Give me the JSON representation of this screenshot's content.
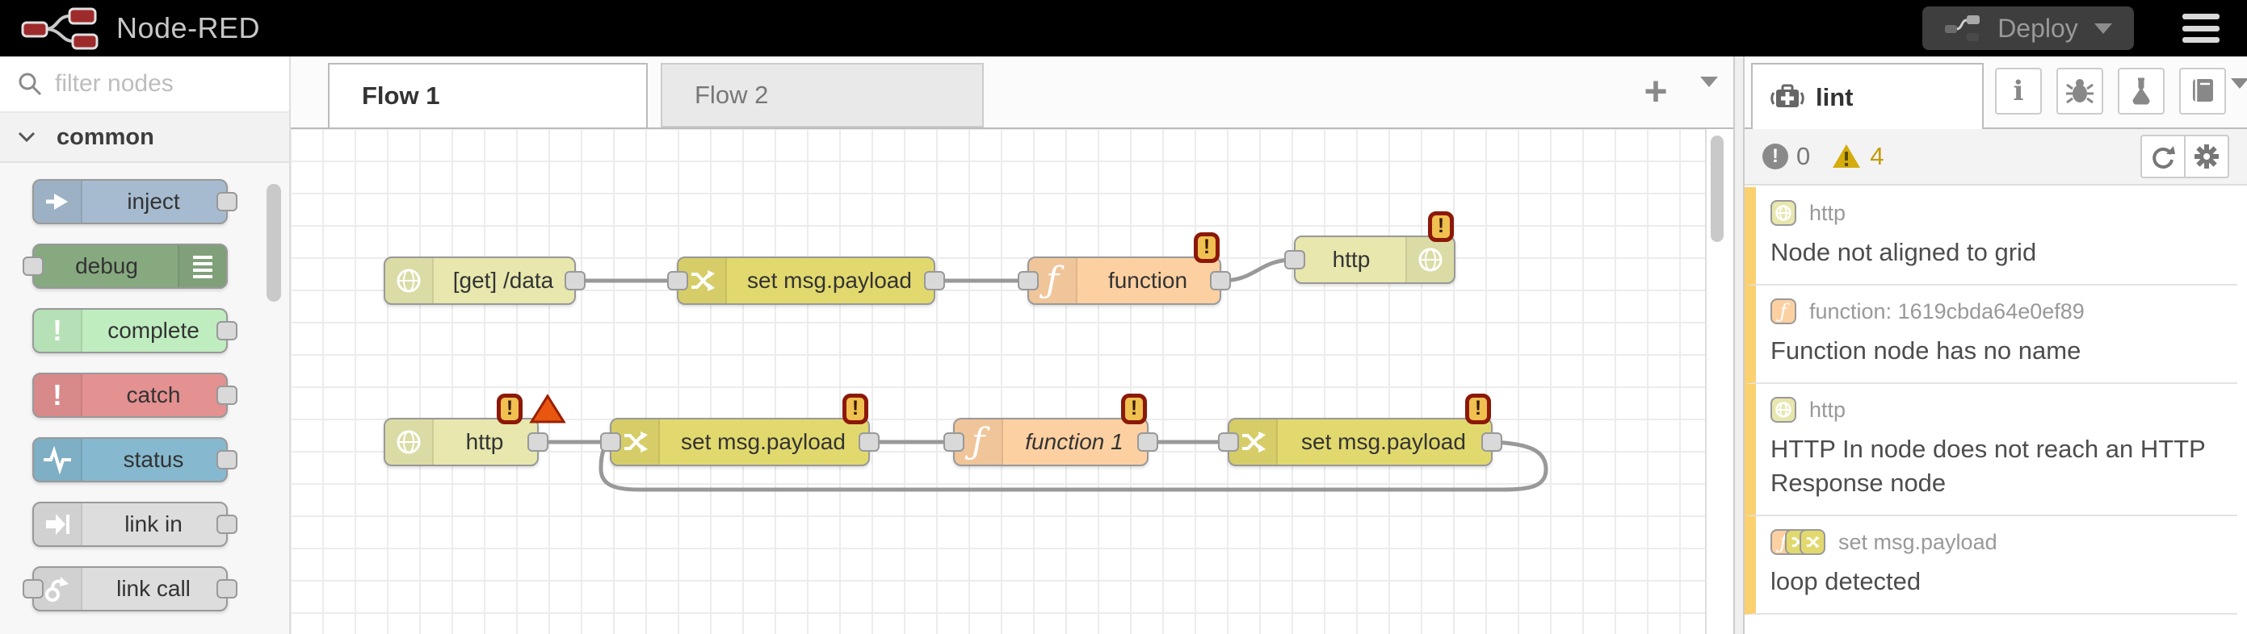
{
  "header": {
    "title": "Node-RED",
    "deploy_label": "Deploy"
  },
  "icons": {
    "plus_glyph": "+",
    "info_glyph": "i",
    "exclamation_glyph": "!",
    "function_glyph": "ƒ",
    "names": [
      "node-red-logo-icon",
      "deploy-nodes-icon",
      "caret-down-icon",
      "hamburger-menu-icon",
      "search-icon",
      "chevron-down-icon",
      "inject-arrow-icon",
      "debug-lines-icon",
      "exclamation-icon",
      "status-pulse-icon",
      "link-in-icon",
      "link-call-icon",
      "globe-icon",
      "change-shuffle-icon",
      "function-icon",
      "warning-badge",
      "error-triangle-icon",
      "medkit-icon",
      "bug-icon",
      "flask-icon",
      "book-icon",
      "refresh-icon",
      "gear-icon",
      "error-circle-icon",
      "warning-triangle-icon"
    ]
  },
  "palette": {
    "search_placeholder": "filter nodes",
    "category_label": "common",
    "nodes": [
      {
        "label": "inject"
      },
      {
        "label": "debug"
      },
      {
        "label": "complete"
      },
      {
        "label": "catch"
      },
      {
        "label": "status"
      },
      {
        "label": "link in"
      },
      {
        "label": "link call"
      }
    ]
  },
  "workspace": {
    "tabs": [
      {
        "label": "Flow 1",
        "active": true
      },
      {
        "label": "Flow 2",
        "active": false
      }
    ]
  },
  "canvas": {
    "badge_glyph": "!",
    "nodes": [
      {
        "type": "http in",
        "label": "[get] /data"
      },
      {
        "type": "change",
        "label": "set msg.payload"
      },
      {
        "type": "function",
        "label": "function",
        "warning": true
      },
      {
        "type": "http response",
        "label": "http",
        "warning": true
      },
      {
        "type": "http in",
        "label": "http",
        "warning": true,
        "error": true
      },
      {
        "type": "change",
        "label": "set msg.payload",
        "warning": true
      },
      {
        "type": "function",
        "label": "function 1",
        "warning": true
      },
      {
        "type": "change",
        "label": "set msg.payload",
        "warning": true
      }
    ]
  },
  "sidebar": {
    "tab_label": "lint",
    "error_count": "0",
    "warning_count": "4",
    "issues": [
      {
        "node_label": "http",
        "message": "Node not aligned to grid"
      },
      {
        "node_label": "function: 1619cbda64e0ef89",
        "message": "Function node has no name"
      },
      {
        "node_label": "http",
        "message": "HTTP In node does not reach an HTTP Response node"
      },
      {
        "node_label": "set msg.payload",
        "message": "loop detected"
      }
    ]
  },
  "colors": {
    "header_bg": "#000000",
    "node_http": "#e7e7ae",
    "node_change": "#e2d96e",
    "node_function": "#fdd0a2",
    "node_inject": "#a6bbcf",
    "node_debug": "#87a980",
    "node_complete": "#c0edc0",
    "node_catch": "#e49191",
    "node_status": "#86b9cf",
    "node_link": "#dddddd",
    "badge_bg": "#f0c050",
    "badge_border": "#8c1808",
    "lint_accent": "#fbd06e",
    "warning_text": "#c49c0a"
  }
}
